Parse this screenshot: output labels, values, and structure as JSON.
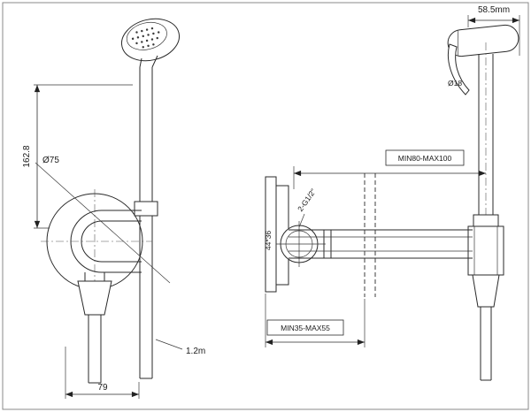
{
  "drawing": {
    "front_view": {
      "height": "162.8",
      "diameter": "Ø75",
      "hose_length": "1.2m",
      "width": "79"
    },
    "side_view": {
      "head_width": "58.5mm",
      "handle_diameter": "Ø18",
      "distance_range": "MIN80-MAX100",
      "depth_range": "MIN35-MAX55",
      "plate_size": "44*36",
      "thread": "2-G1/2\""
    }
  }
}
